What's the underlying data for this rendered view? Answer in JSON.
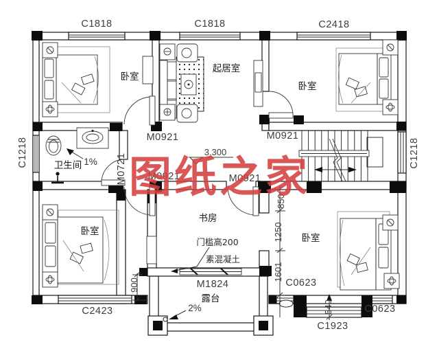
{
  "watermark": {
    "text": "图纸之家",
    "color": "#d54040"
  },
  "rooms": {
    "bedroom_tl": "卧室",
    "living_room": "起居室",
    "bedroom_tr": "卧室",
    "bathroom": "卫生间",
    "bedroom_bl": "卧室",
    "study": "书房",
    "bedroom_br": "卧室",
    "terrace": "露台"
  },
  "windows": {
    "c1818_a": "C1818",
    "c1818_b": "C1818",
    "c2418": "C2418",
    "c1218_left": "C1218",
    "c1218_right": "C1218",
    "c2423": "C2423",
    "c0623_a": "C0623",
    "c0623_b": "C0623",
    "c1923": "C1923"
  },
  "doors": {
    "m0921_a": "M0921",
    "m0921_b": "M0921",
    "m0921_c": "M0921",
    "m0921_d": "M0921",
    "m0721": "M0721",
    "m1824": "M1824"
  },
  "dimensions": {
    "level": "3.300",
    "d850": "850",
    "d1250": "1250",
    "d1601": "1601",
    "d900": "900",
    "d540": "540"
  },
  "annotations": {
    "slope_bath": "1%",
    "slope_terrace": "2%",
    "threshold": "门槛高200",
    "concrete": "素混凝土"
  }
}
